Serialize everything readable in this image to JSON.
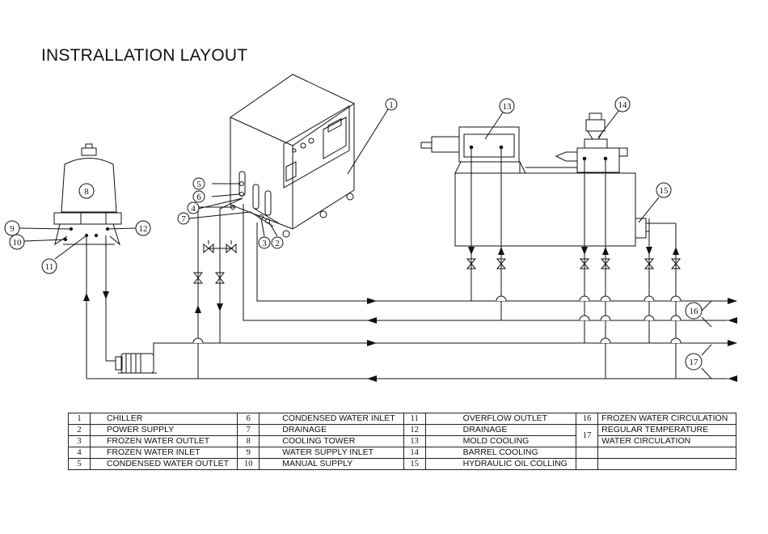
{
  "title": "INSTRALLATION LAYOUT",
  "callouts": [
    "1",
    "2",
    "3",
    "4",
    "5",
    "6",
    "7",
    "8",
    "9",
    "10",
    "11",
    "12",
    "13",
    "14",
    "15",
    "16",
    "17"
  ],
  "legend": {
    "rows": [
      [
        {
          "n": "1",
          "t": "CHILLER"
        },
        {
          "n": "6",
          "t": "CONDENSED WATER INLET"
        },
        {
          "n": "11",
          "t": "OVERFLOW OUTLET"
        },
        {
          "n": "16",
          "t": "FROZEN WATER CIRCULATION"
        }
      ],
      [
        {
          "n": "2",
          "t": "POWER SUPPLY"
        },
        {
          "n": "7",
          "t": "DRAINAGE"
        },
        {
          "n": "12",
          "t": "DRAINAGE"
        },
        {
          "n": "17",
          "t": "REGULAR TEMPERATURE"
        }
      ],
      [
        {
          "n": "3",
          "t": "FROZEN WATER OUTLET"
        },
        {
          "n": "8",
          "t": "COOLING TOWER"
        },
        {
          "n": "13",
          "t": "MOLD COOLING"
        },
        {
          "n": "",
          "t": "WATER CIRCULATION"
        }
      ],
      [
        {
          "n": "4",
          "t": "FROZEN WATER INLET"
        },
        {
          "n": "9",
          "t": "WATER SUPPLY INLET"
        },
        {
          "n": "14",
          "t": "BARREL COOLING"
        },
        {
          "n": "",
          "t": ""
        }
      ],
      [
        {
          "n": "5",
          "t": "CONDENSED WATER OUTLET"
        },
        {
          "n": "10",
          "t": "MANUAL SUPPLY"
        },
        {
          "n": "15",
          "t": "HYDRAULIC OIL COLLING"
        },
        {
          "n": "",
          "t": ""
        }
      ]
    ]
  }
}
